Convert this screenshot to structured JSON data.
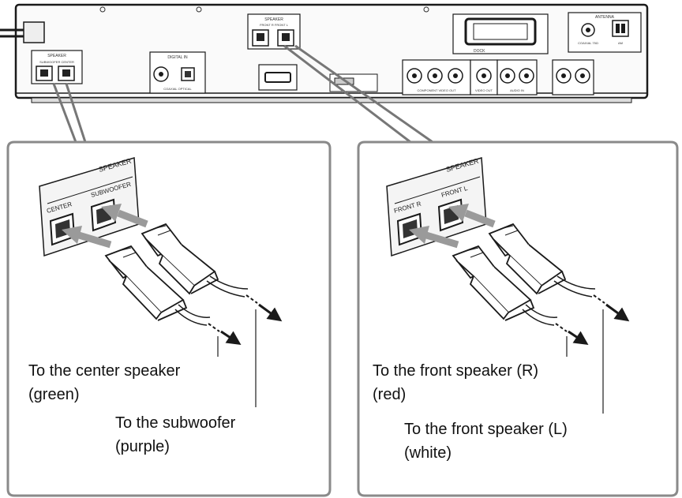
{
  "rear_panel": {
    "speaker_label": "SPEAKER",
    "speaker_sub_label": "SUBWOOFER CENTER",
    "front_speaker_label": "SPEAKER",
    "front_speaker_sub_label": "FRONT R FRONT L",
    "digital_label": "DIGITAL IN",
    "digital_sub_label": "COAXIAL OPTICAL",
    "component_label": "COMPONENT VIDEO OUT",
    "video_out_label": "VIDEO OUT",
    "audio_in_label": "AUDIO IN",
    "antenna_label": "ANTENNA",
    "coaxial_label": "COAXIAL 75Ω",
    "am_label": "AM",
    "dock_label": "DOCK"
  },
  "left_panel": {
    "speaker_heading": "SPEAKER",
    "center_port_label": "CENTER",
    "subwoofer_port_label": "SUBWOOFER",
    "caption_center": "To the center speaker",
    "caption_center_color": "(green)",
    "caption_sub": "To the subwoofer",
    "caption_sub_color": "(purple)"
  },
  "right_panel": {
    "speaker_heading": "SPEAKER",
    "front_r_port_label": "FRONT R",
    "front_l_port_label": "FRONT L",
    "caption_r": "To the front speaker (R)",
    "caption_r_color": "(red)",
    "caption_l": "To the front speaker (L)",
    "caption_l_color": "(white)"
  },
  "colors": {
    "line": "#1a1a1a",
    "panel_border": "#8a8a8a",
    "arrow": "#9a9a9a",
    "plate": "#f4f4f4",
    "leader": "#777777"
  }
}
